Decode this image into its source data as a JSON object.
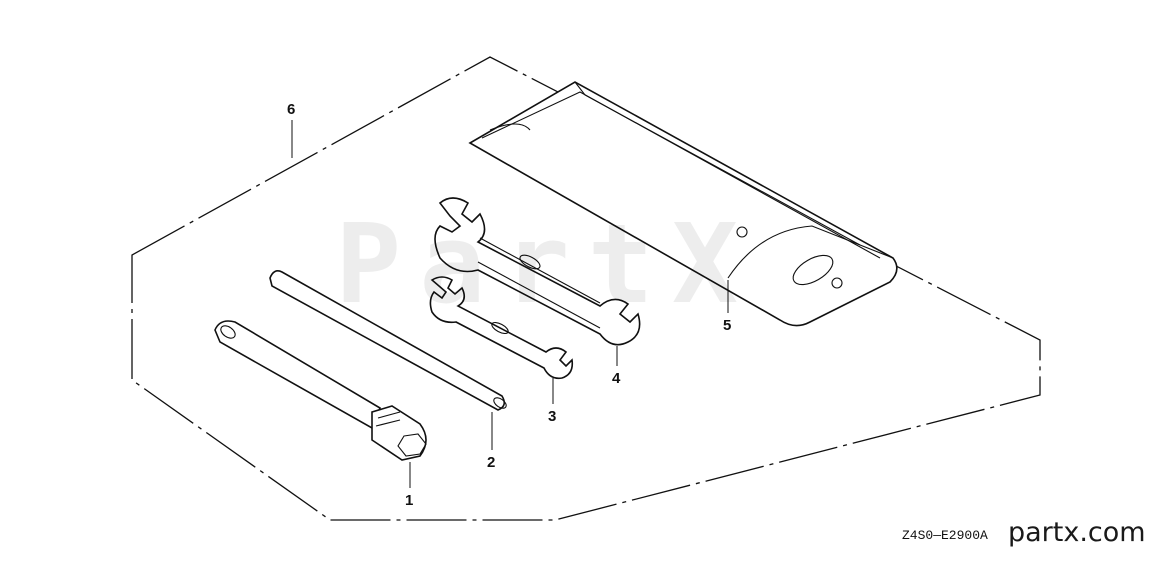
{
  "parts": [
    {
      "ref": "1",
      "item": "plug-wrench"
    },
    {
      "ref": "2",
      "item": "bar"
    },
    {
      "ref": "3",
      "item": "small-spanner"
    },
    {
      "ref": "4",
      "item": "large-spanner"
    },
    {
      "ref": "5",
      "item": "tool-bag"
    },
    {
      "ref": "6",
      "item": "tool-set"
    }
  ],
  "diagram_code": "Z4S0—E2900A",
  "watermark": "partx.com",
  "ghost_watermark": "PartX",
  "colors": {
    "line": "#111111",
    "background": "#ffffff"
  }
}
